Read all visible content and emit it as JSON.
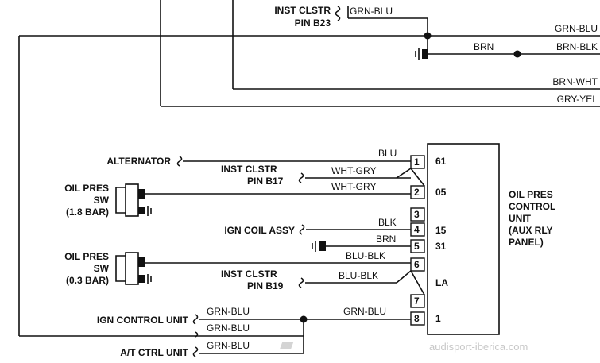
{
  "top_section": {
    "inst_clstr_b23": [
      "INST CLSTR",
      "PIN B23"
    ],
    "wire_grn_blu_left": "GRN-BLU",
    "wire_grn_blu_right": "GRN-BLU",
    "wire_brn": "BRN",
    "wire_brn_blk": "BRN-BLK",
    "wire_brn_wht": "BRN-WHT",
    "wire_gry_yel": "GRY-YEL"
  },
  "left_components": {
    "alternator": "ALTERNATOR",
    "inst_clstr_b17": [
      "INST CLSTR",
      "PIN B17"
    ],
    "oil_pres_sw_18": [
      "OIL PRES",
      "SW",
      "(1.8 BAR)"
    ],
    "ign_coil_assy": "IGN COIL ASSY",
    "oil_pres_sw_03": [
      "OIL PRES",
      "SW",
      "(0.3 BAR)"
    ],
    "inst_clstr_b19": [
      "INST CLSTR",
      "PIN B19"
    ],
    "ign_control_unit": "IGN CONTROL UNIT",
    "at_ctrl_unit": "A/T CTRL UNIT"
  },
  "wires": {
    "blu": "BLU",
    "wht_gry_1": "WHT-GRY",
    "wht_gry_2": "WHT-GRY",
    "blk": "BLK",
    "brn": "BRN",
    "blu_blk_1": "BLU-BLK",
    "blu_blk_2": "BLU-BLK",
    "grn_blu_ign": "GRN-BLU",
    "grn_blu_ign_lower": "GRN-BLU",
    "grn_blu_at": "GRN-BLU",
    "grn_blu_pin8": "GRN-BLU"
  },
  "control_unit": {
    "pins": [
      "1",
      "2",
      "3",
      "4",
      "5",
      "6",
      "7",
      "8"
    ],
    "terminals": [
      "61",
      "05",
      "15",
      "31",
      "LA",
      "1"
    ],
    "label": [
      "OIL PRES",
      "CONTROL",
      "UNIT",
      "(AUX RLY",
      "PANEL)"
    ]
  },
  "watermark": "audisport-iberica.com"
}
